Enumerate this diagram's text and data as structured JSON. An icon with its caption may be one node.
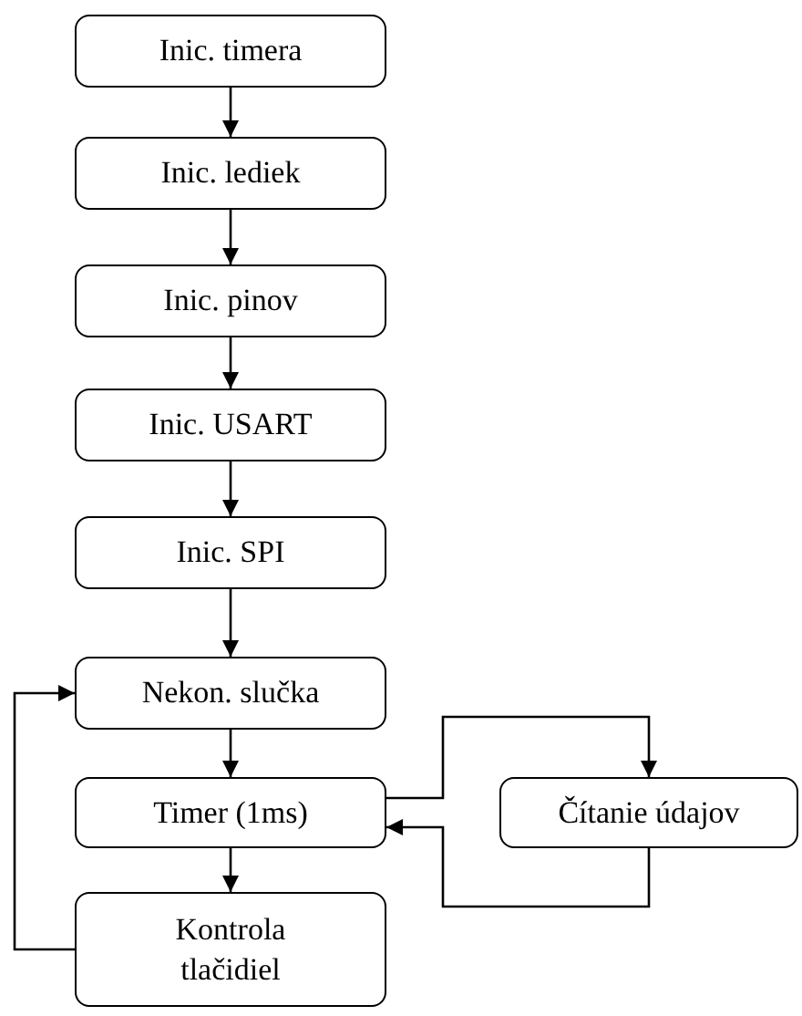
{
  "diagram": {
    "nodes": [
      {
        "text": [
          "Inic. timera"
        ]
      },
      {
        "text": [
          "Inic. lediek"
        ]
      },
      {
        "text": [
          "Inic. pinov"
        ]
      },
      {
        "text": [
          "Inic. USART"
        ]
      },
      {
        "text": [
          "Inic. SPI"
        ]
      },
      {
        "text": [
          "Nekon. slučka"
        ]
      },
      {
        "text": [
          "Timer (1ms)"
        ]
      },
      {
        "text": [
          "Kontrola tlačidiel"
        ]
      },
      {
        "text": [
          "Čítanie údajov"
        ]
      }
    ],
    "edges": [
      {
        "from": 0,
        "to": 1,
        "arrow": "to"
      },
      {
        "from": 1,
        "to": 2,
        "arrow": "to"
      },
      {
        "from": 2,
        "to": 3,
        "arrow": "to"
      },
      {
        "from": 3,
        "to": 4,
        "arrow": "to"
      },
      {
        "from": 4,
        "to": 5,
        "arrow": "to"
      },
      {
        "from": 5,
        "to": 6,
        "arrow": "to"
      },
      {
        "from": 6,
        "to": 7,
        "arrow": "to"
      },
      {
        "from": 6,
        "to": 8,
        "arrow": "to"
      },
      {
        "from": 8,
        "to": 6,
        "arrow": "to"
      },
      {
        "from": 7,
        "to": 5,
        "arrow": "to"
      }
    ]
  }
}
